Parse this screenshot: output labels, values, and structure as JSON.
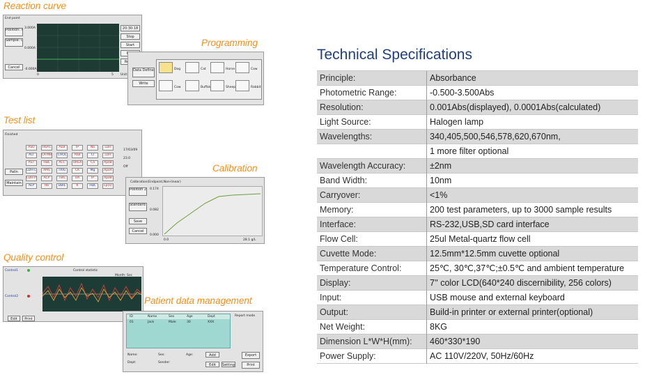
{
  "sections": {
    "reaction_curve": "Reaction curve",
    "programming": "Programming",
    "test_list": "Test list",
    "calibration": "Calibration",
    "quality_control": "Quality control",
    "patient_data": "Patient data management"
  },
  "reaction_screen": {
    "title": "End point",
    "items": [
      "Position: 0.000",
      "Sample: 0.000A",
      "Cancel"
    ],
    "y_top": "3.000A",
    "y_mid": "0.000A",
    "y_bot": "-0.000A",
    "x_left": "0",
    "x_right": "5",
    "unit": "Unit: sec",
    "side": [
      "20:30:18",
      "Stop",
      "Start",
      "Plan",
      "Return"
    ]
  },
  "programming_screen": {
    "buttons": [
      "Data Define",
      "Write"
    ],
    "animals": [
      "Dog",
      "Cat",
      "Horse",
      "Cow",
      "Cow",
      "Buffalo",
      "Sheep",
      "Rabbit"
    ]
  },
  "testlist_screen": {
    "title": "Finished",
    "cells": [
      "ASO",
      "HbA1",
      "ALB",
      "IP",
      "Na",
      "LDH",
      "ALT",
      "CK-MB",
      "CHOL",
      "ALB",
      "Cl",
      "LDH",
      "AST",
      "HDL",
      "ACC",
      "UREA",
      "Ca",
      "ApoB",
      "LDH-L",
      "AMS",
      "TRIG",
      "CK",
      "Mg",
      "ApoA",
      "LDH-P",
      "ACP",
      "TBIL",
      "UA",
      "IP",
      "ApoB",
      "ALP",
      "Hb",
      "DBIL",
      "K",
      "HDL",
      "Lp(a)"
    ],
    "side_buttons": [
      "Palln",
      "Maintain"
    ],
    "right": [
      "17/03/09",
      "23.0",
      "Off"
    ]
  },
  "calibration_screen": {
    "title": "Calibration(Endpoint,Non-linear)",
    "labels": [
      "Position 200",
      "Standard 2"
    ],
    "buttons": [
      "Save",
      "Cancel"
    ],
    "y_top": "0.174",
    "y_mid": "0.082",
    "y_bot": "0.000",
    "x_left": "0.0",
    "x_right": "28.1 g/L"
  },
  "qc_screen": {
    "control1": "Control1",
    "control2": "Control2",
    "title": "Control statistic",
    "period": "Month: Sec",
    "buttons": [
      "Edit",
      "Print"
    ]
  },
  "patient_screen": {
    "columns": [
      "ID",
      "Name",
      "Sex",
      "Age",
      "Dept"
    ],
    "row": [
      "01",
      "Jack",
      "Male",
      "30",
      "XXX"
    ],
    "report_mode": "Report mode",
    "fields": [
      "Name:",
      "Sex:",
      "Age:",
      "Dept:",
      "Sender:"
    ],
    "buttons": [
      "Add",
      "Edit",
      "Setting",
      "Export",
      "Print"
    ]
  },
  "specs": {
    "title": "Technical Specifications",
    "rows": [
      {
        "key": "Principle:",
        "value": "Absorbance"
      },
      {
        "key": "Photometric Range:",
        "value": "-0.500-3.500Abs"
      },
      {
        "key": "Resolution:",
        "value": "0.001Abs(displayed), 0.0001Abs(calculated)"
      },
      {
        "key": "Light Source:",
        "value": "Halogen lamp"
      },
      {
        "key": "Wavelengths:",
        "value": "340,405,500,546,578,620,670nm,"
      },
      {
        "key": "",
        "value": "1 more filter optional"
      },
      {
        "key": "Wavelength Accuracy:",
        "value": "±2nm"
      },
      {
        "key": "Band Width:",
        "value": "10nm"
      },
      {
        "key": "Carryover:",
        "value": "<1%"
      },
      {
        "key": "Memory:",
        "value": "200 test parameters, up to 3000 sample results"
      },
      {
        "key": "Interface:",
        "value": "RS-232,USB,SD card interface"
      },
      {
        "key": "Flow Cell:",
        "value": "25ul Metal-quartz flow cell"
      },
      {
        "key": "Cuvette Mode:",
        "value": "12.5mm*12.5mm cuvette optional"
      },
      {
        "key": "Temperature Control:",
        "value": "25℃, 30℃,37℃;±0.5℃ and ambient temperature"
      },
      {
        "key": "Display:",
        "value": "7'' color LCD(640*240 discernibility, 256 colors)"
      },
      {
        "key": "Input:",
        "value": "USB mouse and external keyboard"
      },
      {
        "key": "Output:",
        "value": "Build-in printer or external printer(optional)"
      },
      {
        "key": "Net Weight:",
        "value": "8KG"
      },
      {
        "key": "Dimension L*W*H(mm):",
        "value": "460*330*190"
      },
      {
        "key": "Power Supply:",
        "value": "AC 110V/220V, 50Hz/60Hz"
      }
    ]
  },
  "colors": {
    "section_heading": "#f0901a",
    "spec_title": "#1f3f7a",
    "row_shade": "#d9d9d9",
    "reaction_plot_bg": "#1d3a33",
    "qc_plot_bg": "#1e3c36",
    "patient_table_bg": "#9fd8d0"
  }
}
